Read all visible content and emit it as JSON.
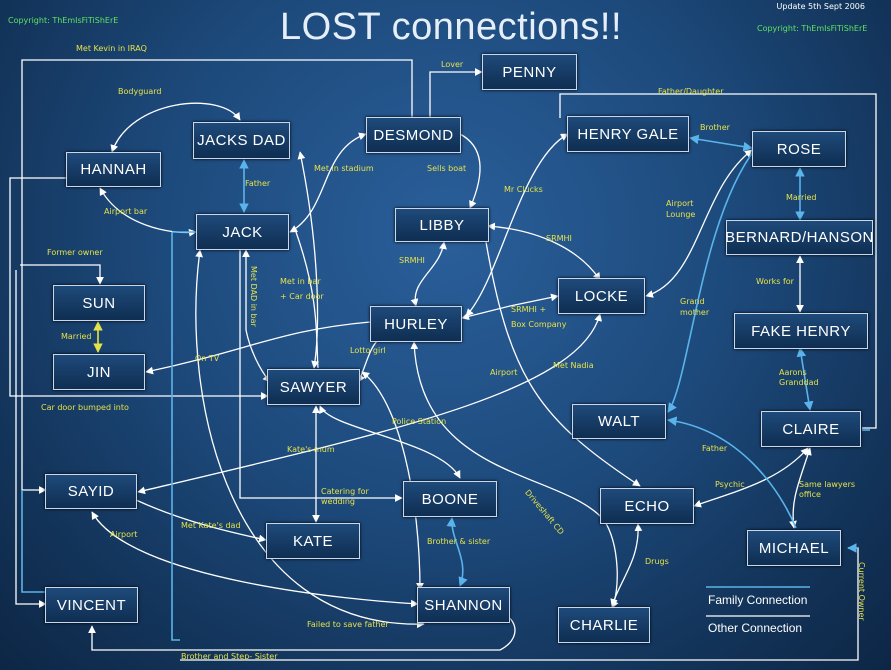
{
  "header": {
    "title": "LOST connections!!",
    "copyright_left": "Copyright: ThEmIsFiTiShErE",
    "copyright_right": "Copyright: ThEmIsFiTiShErE",
    "update": "Update 5th Sept 2006"
  },
  "nodes": {
    "penny": "PENNY",
    "desmond": "DESMOND",
    "jacks_dad": "JACKS DAD",
    "hannah": "HANNAH",
    "jack": "JACK",
    "henry_gale": "HENRY GALE",
    "rose": "ROSE",
    "libby": "LIBBY",
    "bernard": "BERNARD/HANSON",
    "sun": "SUN",
    "locke": "LOCKE",
    "hurley": "HURLEY",
    "fake_henry": "FAKE HENRY",
    "jin": "JIN",
    "sawyer": "SAWYER",
    "walt": "WALT",
    "claire": "CLAIRE",
    "sayid": "SAYID",
    "boone": "BOONE",
    "echo": "ECHO",
    "kate": "KATE",
    "michael": "MICHAEL",
    "vincent": "VINCENT",
    "shannon": "SHANNON",
    "charlie": "CHARLIE"
  },
  "labels": {
    "met_kevin": "Met Kevin in IRAQ",
    "lover": "Lover",
    "bodyguard": "Bodyguard",
    "father_daughter": "Father/Daughter",
    "brother_top": "Brother",
    "father": "Father",
    "met_in_stadium": "Met in stadium",
    "sells_boat": "Sells boat",
    "mr_clucks": "Mr Clucks",
    "airport_bar": "Airport bar",
    "married_rose": "Married",
    "airport_lounge_1": "Airport",
    "airport_lounge_2": "Lounge",
    "srmhi_right": "SRMHI",
    "former_owner": "Former owner",
    "srmhi_left": "SRMHI",
    "works_for": "Works for",
    "met_in_bar": "Met in bar",
    "car_door": "+ Car door",
    "srmhi_box": "SRMHI +",
    "box_company": "Box Company",
    "grand_mother_1": "Grand",
    "grand_mother_2": "mother",
    "married_sun": "Married",
    "lotto_girl": "Lotto girl",
    "on_tv": "On TV",
    "airport_mid": "Airport",
    "met_nadia": "Met Nadia",
    "aarons_1": "Aarons",
    "aarons_2": "Granddad",
    "car_door_bumped": "Car door bumped into",
    "police_station": "Police Station",
    "kates_mum": "Kate's mum",
    "father_walt": "Father",
    "catering_1": "Catering for",
    "catering_2": "wedding",
    "psychic": "Psychic",
    "same_lawyers_1": "Same lawyers",
    "same_lawyers_2": "office",
    "airport_sayid": "Airport",
    "met_kates_dad": "Met Kate's dad",
    "brother_sister": "Brother & sister",
    "drugs": "Drugs",
    "failed_to_save": "Failed to save father",
    "brother_step": "Brother and Step- Sister",
    "met_dad_in_bar": "Met DAD in bar",
    "driveshaft_cd": "Driveshaft CD",
    "current_owner": "Current Owner"
  },
  "legend": {
    "family": "Family Connection",
    "other": "Other Connection",
    "family_color": "#5ab4ea",
    "other_color": "#ffffff"
  }
}
